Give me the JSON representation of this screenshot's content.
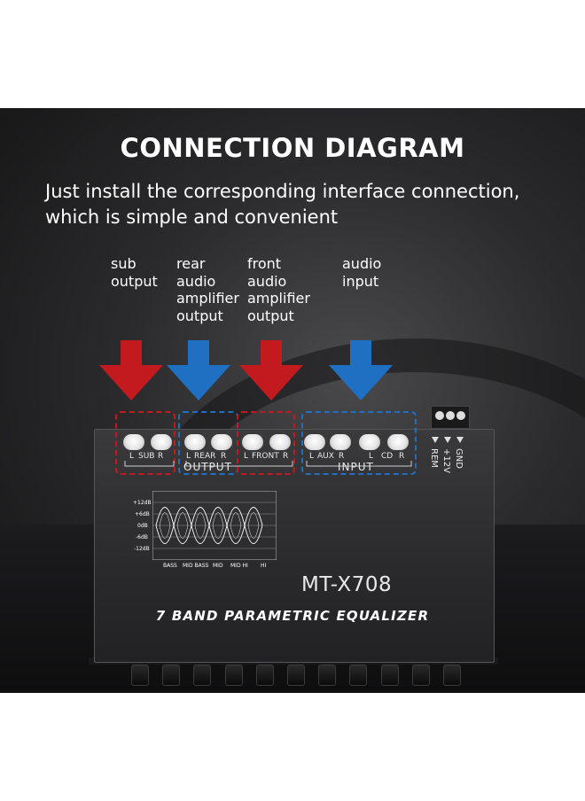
{
  "header": {
    "title": "CONNECTION DIAGRAM",
    "subtitle_line1": "Just install the corresponding interface connection,",
    "subtitle_line2": "which is simple and convenient"
  },
  "callouts": [
    {
      "lines": [
        "sub",
        "output"
      ],
      "color": "#c21a1f"
    },
    {
      "lines": [
        "rear",
        "audio",
        "amplifier",
        "output"
      ],
      "color": "#1f6fc2"
    },
    {
      "lines": [
        "front",
        "audio",
        "amplifier",
        "output"
      ],
      "color": "#c21a1f"
    },
    {
      "lines": [
        "audio",
        "input"
      ],
      "color": "#1f6fc2"
    }
  ],
  "device": {
    "port_labels": [
      "L",
      "SUB",
      "R",
      "L",
      "REAR",
      "R",
      "L",
      "FRONT",
      "R",
      "L",
      "AUX",
      "R",
      "L",
      "CD",
      "R"
    ],
    "output_label": "OUTPUT",
    "input_label": "INPUT",
    "terminals": [
      "GND",
      "+12V",
      "REM"
    ],
    "graph_db_labels": [
      "+12dB",
      "+6dB",
      "0dB",
      "-6dB",
      "-12dB"
    ],
    "graph_band_labels": [
      "BASS",
      "MID BASS",
      "MID",
      "MID HI",
      "HI"
    ],
    "model": "MT-X708",
    "product_name": "7 BAND PARAMETRIC EQUALIZER",
    "knob_count": 11
  },
  "colors": {
    "red_accent": "#c21a1f",
    "blue_accent": "#1f6fc2"
  }
}
